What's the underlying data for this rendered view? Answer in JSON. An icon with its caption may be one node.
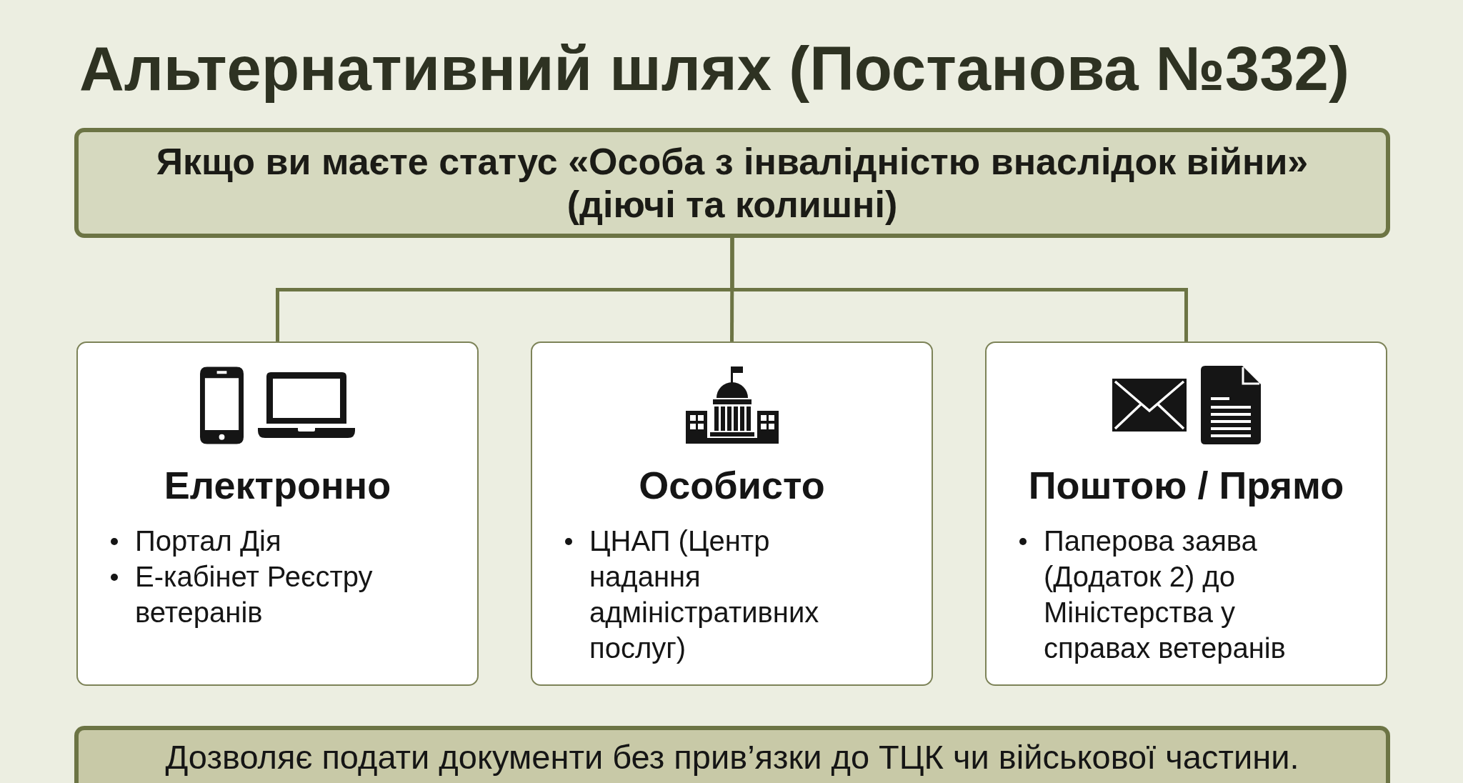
{
  "diagram": {
    "title": "Альтернативний шлях (Постанова №332)",
    "nodes": [
      {
        "text": [
          "Якщо ви маєте статус «Особа з інвалідністю внаслідок війни» (діючі та колишні)"
        ]
      },
      {
        "text": [
          "Електронно",
          "Портал Дія",
          "Е-кабінет Реєстру ветеранів"
        ]
      },
      {
        "text": [
          "Особисто",
          "ЦНАП (Центр надання адміністративних послуг)"
        ]
      },
      {
        "text": [
          "Поштою / Прямо",
          "Паперова заява (Додаток 2) до Міністерства у справах ветеранів"
        ]
      },
      {
        "text": [
          "Дозволяє подати документи без прив’язки до ТЦК чи військової частини."
        ]
      }
    ],
    "edges": [
      {
        "from": 0,
        "to": 1,
        "arrow": "none"
      },
      {
        "from": 0,
        "to": 2,
        "arrow": "none"
      },
      {
        "from": 0,
        "to": 3,
        "arrow": "none"
      }
    ]
  }
}
